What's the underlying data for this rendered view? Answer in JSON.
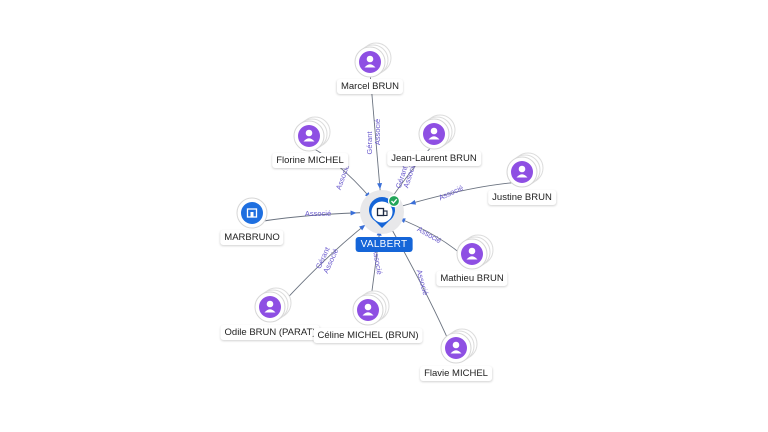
{
  "graph": {
    "center": {
      "name": "VALBERT",
      "icon": "building-icon",
      "badge_icon": "check-icon"
    },
    "nodes": [
      {
        "id": "marcel",
        "label": "Marcel BRUN",
        "type": "person",
        "edge_labels": [
          "Gérant",
          "Associé"
        ]
      },
      {
        "id": "florine",
        "label": "Florine MICHEL",
        "type": "person",
        "edge_labels": [
          "Associé"
        ]
      },
      {
        "id": "jeanlaurent",
        "label": "Jean-Laurent BRUN",
        "type": "person",
        "edge_labels": [
          "Gérant",
          "Associé"
        ]
      },
      {
        "id": "justine",
        "label": "Justine BRUN",
        "type": "person",
        "edge_labels": [
          "Associé"
        ]
      },
      {
        "id": "marbruno",
        "label": "MARBRUNO",
        "type": "company",
        "edge_labels": [
          "Associé"
        ]
      },
      {
        "id": "mathieu",
        "label": "Mathieu BRUN",
        "type": "person",
        "edge_labels": [
          "Associé"
        ]
      },
      {
        "id": "odile",
        "label": "Odile BRUN (PARAT)",
        "type": "person",
        "edge_labels": [
          "Gérant",
          "Associé"
        ]
      },
      {
        "id": "celine",
        "label": "Céline MICHEL (BRUN)",
        "type": "person",
        "edge_labels": [
          "Associé"
        ]
      },
      {
        "id": "flavie",
        "label": "Flavie MICHEL",
        "type": "person",
        "edge_labels": [
          "Associé"
        ]
      }
    ],
    "colors": {
      "person": "#8e4fe3",
      "company": "#1e6fe0",
      "center": "#1565d8",
      "badge": "#23a559",
      "edge_label": "#6a5acd"
    }
  }
}
